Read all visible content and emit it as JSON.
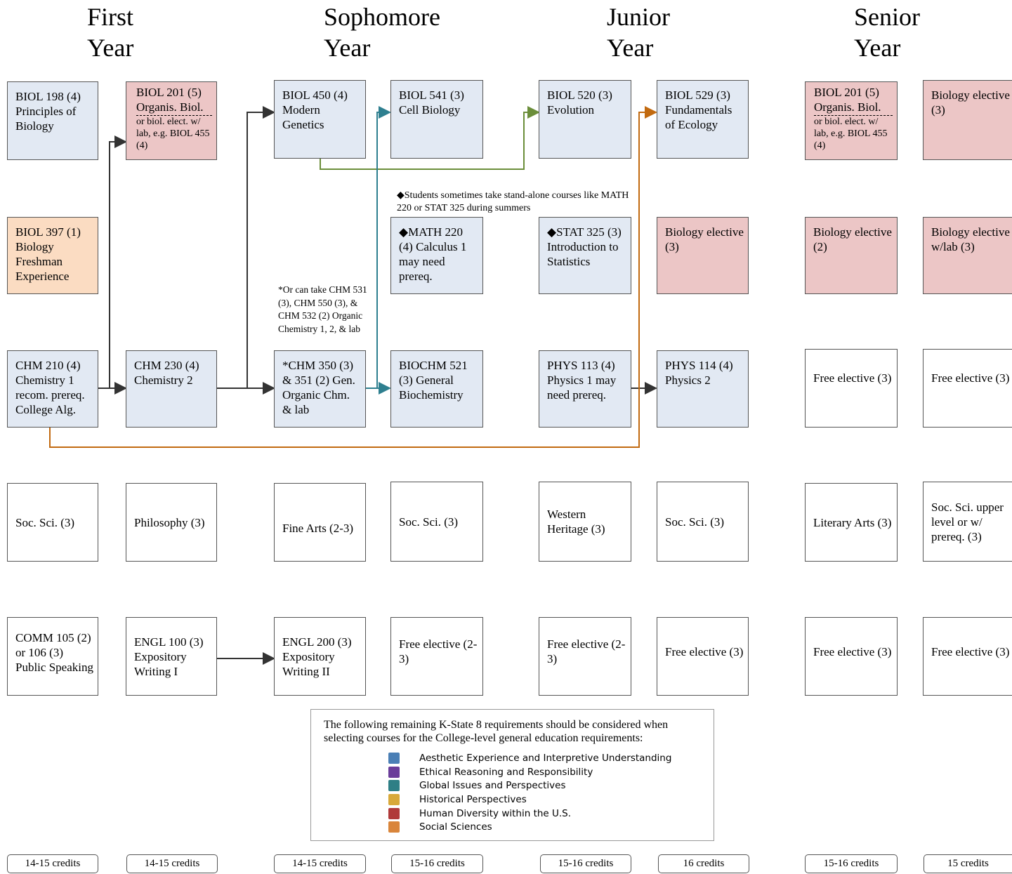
{
  "years": {
    "first": [
      "First",
      "Year"
    ],
    "sophomore": [
      "Sophomore",
      "Year"
    ],
    "junior": [
      "Junior",
      "Year"
    ],
    "senior": [
      "Senior",
      "Year"
    ]
  },
  "courses": {
    "biol198": "BIOL 198 (4) Principles of Biology",
    "biol201_y1_top": "BIOL 201 (5) Organis. Biol.",
    "biol201_y1_bot": "or biol. elect. w/ lab, e.g. BIOL 455 (4)",
    "biol450": "BIOL 450 (4) Modern Genetics",
    "biol541": "BIOL 541 (3) Cell Biology",
    "biol520": "BIOL 520 (3) Evolution",
    "biol529": "BIOL 529 (3) Fundamentals of Ecology",
    "biol201_y4_top": "BIOL 201 (5) Organis. Biol.",
    "biol201_y4_bot": "or biol. elect. w/ lab, e.g. BIOL 455 (4)",
    "bio_elect_3_a": "Biology elective (3)",
    "biol397": "BIOL 397 (1) Biology Freshman Experience",
    "math220": "◆MATH 220 (4) Calculus 1 may need prereq.",
    "stat325": "◆STAT 325 (3) Introduction to Statistics",
    "bio_elect_3_b": "Biology elective (3)",
    "bio_elect_2": "Biology elective (2)",
    "bio_elect_lab": "Biology elective w/lab (3)",
    "chm210": "CHM 210 (4) Chemistry 1 recom. prereq. College Alg.",
    "chm230": "CHM 230 (4) Chemistry 2",
    "chm350": "*CHM 350 (3) & 351 (2) Gen. Organic Chm. & lab",
    "biochm521": "BIOCHM 521 (3) General Biochemistry",
    "phys113": "PHYS 113 (4) Physics 1 may need prereq.",
    "phys114": "PHYS 114 (4) Physics 2",
    "free_r3_a": "Free elective (3)",
    "free_r3_b": "Free elective (3)",
    "socsci_1": "Soc. Sci. (3)",
    "philosophy": "Philosophy (3)",
    "finearts": "Fine Arts (2-3)",
    "socsci_2": "Soc. Sci. (3)",
    "western": "Western Heritage (3)",
    "socsci_3": "Soc. Sci. (3)",
    "literary": "Literary Arts (3)",
    "socsci_upper": "Soc. Sci. upper level or w/ prereq. (3)",
    "comm105": "COMM 105 (2) or 106 (3) Public Speaking",
    "engl100": "ENGL 100 (3) Expository Writing I",
    "engl200": "ENGL 200 (3) Expository Writing II",
    "free_r5_a": "Free elective (2-3)",
    "free_r5_b": "Free elective (2-3)",
    "free_r5_c": "Free elective (3)",
    "free_r5_d": "Free elective (3)",
    "free_r5_e": "Free elective (3)"
  },
  "notes": {
    "summer": "◆Students sometimes take stand-alone courses like MATH 220 or STAT 325 during summers",
    "chm_alt": "*Or can take CHM 531 (3), CHM 550 (3), & CHM 532 (2) Organic Chemistry 1, 2, & lab"
  },
  "legend": {
    "intro": "The following remaining K-State 8 requirements should be considered when selecting courses for the College-level general education requirements:",
    "items": [
      {
        "label": "Aesthetic Experience and Interpretive Understanding",
        "color": "#4a7fb5",
        "icon": "aesthetic-icon"
      },
      {
        "label": "Ethical Reasoning and Responsibility",
        "color": "#6a3d9a",
        "icon": "ethics-icon"
      },
      {
        "label": "Global Issues and Perspectives",
        "color": "#2e7f86",
        "icon": "globe-icon"
      },
      {
        "label": "Historical Perspectives",
        "color": "#d8a93a",
        "icon": "history-icon"
      },
      {
        "label": "Human Diversity within the U.S.",
        "color": "#b03a3a",
        "icon": "diversity-icon"
      },
      {
        "label": "Social Sciences",
        "color": "#d9853b",
        "icon": "social-icon"
      }
    ]
  },
  "credits": [
    "14-15 credits",
    "14-15 credits",
    "14-15 credits",
    "15-16 credits",
    "15-16 credits",
    "16 credits",
    "15-16 credits",
    "15 credits"
  ],
  "colors": {
    "required_course": "#e2e9f3",
    "biology_elective": "#ecc6c6",
    "freshman_experience": "#fbdcc2",
    "arrow_dark": "#333333",
    "arrow_green": "#6b8e3a",
    "arrow_teal": "#2e7f8f",
    "arrow_orange": "#c26a10"
  }
}
